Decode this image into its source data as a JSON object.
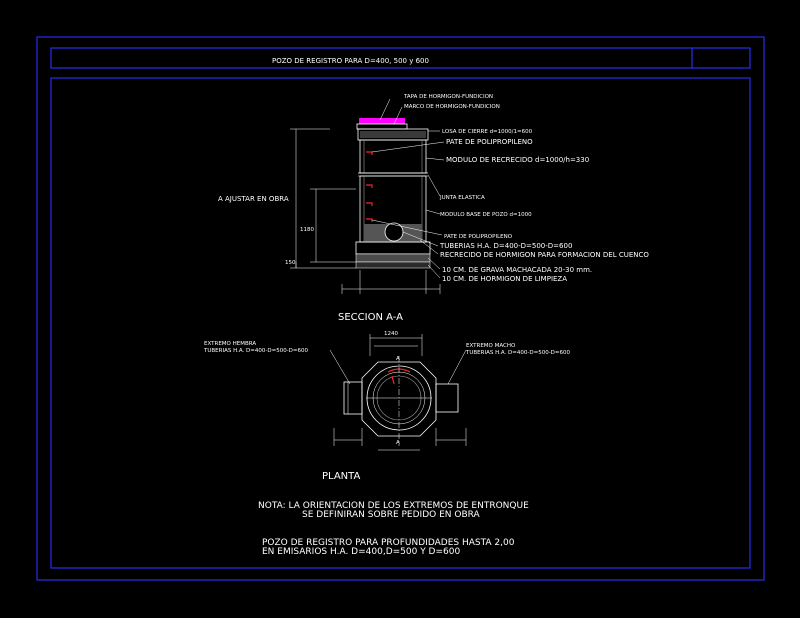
{
  "header": {
    "title": "POZO DE REGISTRO PARA D=400, 500 y 600"
  },
  "section": {
    "caption": "SECCION  A-A",
    "labels": {
      "tapa": "TAPA DE HORMIGON-FUNDICION",
      "marco": "MARCO DE HORMIGON-FUNDICION",
      "losa": "LOSA DE CIERRE d=1000/1=600",
      "pate1": "PATE DE POLIPROPILENO",
      "modulo_recrecido": "MODULO DE RECRECIDO d=1000/h=330",
      "junta": "JUNTA ELASTICA",
      "modulo_base": "MODULO BASE DE POZO d=1000",
      "pate2": "PATE DE POLIPROPILENO",
      "tuberias": "TUBERIAS H.A. D=400-D=500-D=600",
      "recrecido": "RECRECIDO DE HORMIGON PARA FORMACION DEL CUENCO",
      "grava": "10 CM. DE GRAVA MACHACADA 20-30 mm.",
      "hormigon": "10 CM. DE HORMIGON DE LIMPIEZA"
    },
    "dims": {
      "ajustar": "A AJUSTAR EN OBRA",
      "h1180": "1180",
      "h150": "150"
    }
  },
  "plan": {
    "caption": "PLANTA",
    "dim_width": "1240",
    "left_label_1": "EXTREMO HEMBRA",
    "left_label_2": "TUBERIAS H.A. D=400-D=500-D=600",
    "right_label_1": "EXTREMO MACHO",
    "right_label_2": "TUBERIAS H.A. D=400-D=500-D=600",
    "cut_top": "A",
    "cut_bottom": "A"
  },
  "notes": {
    "nota_1": "NOTA: LA ORIENTACION DE LOS EXTREMOS DE ENTRONQUE",
    "nota_2": "SE DEFINIRAN SOBRE PEDIDO EN OBRA",
    "pozo_1": "POZO DE REGISTRO PARA PROFUNDIDADES HASTA 2,00",
    "pozo_2": "EN EMISARIOS H.A.  D=400,D=500  Y D=600"
  },
  "colors": {
    "frame": "#2a2af0",
    "line": "#ffffff",
    "accent": "#ff2020",
    "tapa": "#ff00ff",
    "background": "#000000"
  }
}
